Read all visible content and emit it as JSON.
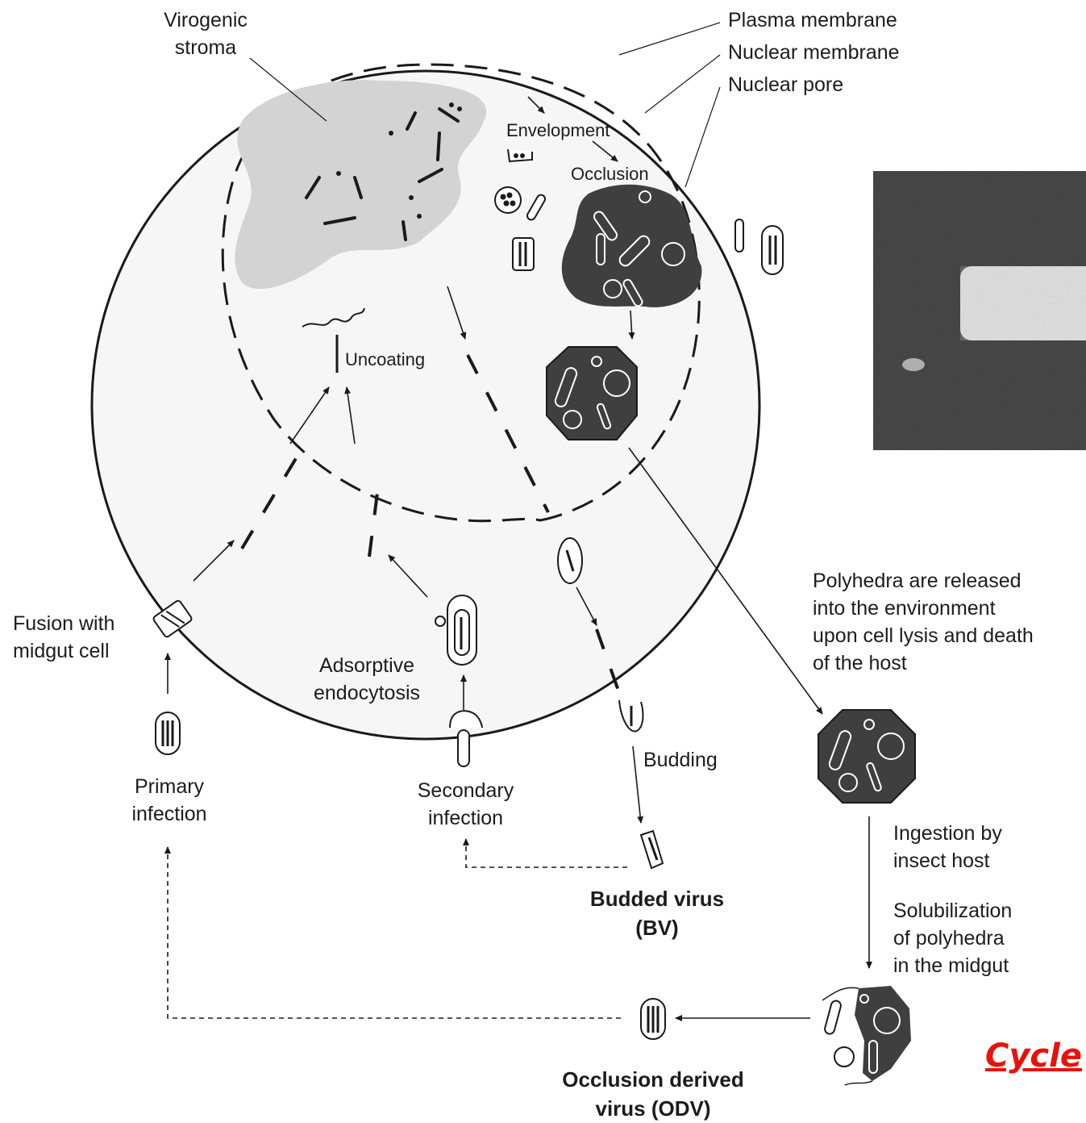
{
  "labels": {
    "virogenic_stroma": "Virogenic\nstroma",
    "plasma_membrane": "Plasma membrane",
    "nuclear_membrane": "Nuclear membrane",
    "nuclear_pore": "Nuclear pore",
    "envelopment": "Envelopment",
    "occlusion": "Occlusion",
    "uncoating": "Uncoating",
    "fusion": "Fusion with\nmidgut cell",
    "adsorptive": "Adsorptive\nendocytosis",
    "budding": "Budding",
    "primary_infection": "Primary\ninfection",
    "secondary_infection": "Secondary\ninfection",
    "budded_virus": "Budded virus\n(BV)",
    "polyhedra_released": "Polyhedra are released\ninto the environment\nupon cell lysis and death\nof the host",
    "ingestion": "Ingestion by\ninsect host",
    "solubilization": "Solubilization\nof polyhedra\nin the midgut",
    "odv": "Occlusion derived\nvirus (ODV)",
    "cycle": "Cycle"
  },
  "colors": {
    "ink": "#1a1a1a",
    "stroma": "#d3d3d3",
    "occlusion_body": "#3f3f3f",
    "cycle_text": "#e8120c",
    "micrograph_bg": "#4a4a4a"
  }
}
